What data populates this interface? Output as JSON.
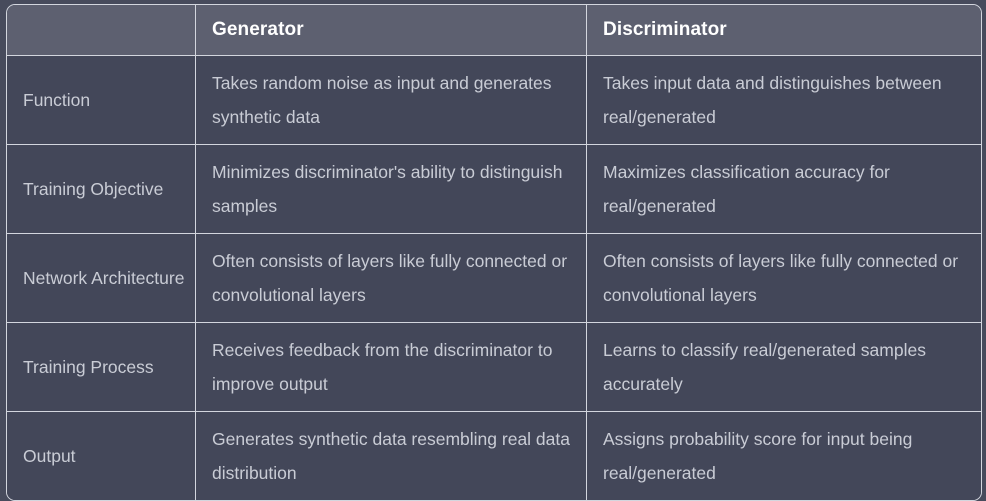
{
  "table": {
    "columns": [
      {
        "key": "attribute",
        "label": ""
      },
      {
        "key": "generator",
        "label": "Generator"
      },
      {
        "key": "discriminator",
        "label": "Discriminator"
      }
    ],
    "rows": [
      {
        "attribute": "Function",
        "generator": "Takes random noise as input and generates synthetic data",
        "discriminator": "Takes input data and distinguishes between real/generated"
      },
      {
        "attribute": "Training Objective",
        "generator": "Minimizes discriminator's ability to distinguish samples",
        "discriminator": "Maximizes classification accuracy for real/generated"
      },
      {
        "attribute": "Network Architecture",
        "generator": "Often consists of layers like fully connected or convolutional layers",
        "discriminator": "Often consists of layers like fully connected or convolutional layers"
      },
      {
        "attribute": "Training Process",
        "generator": "Receives feedback from the discriminator to improve output",
        "discriminator": "Learns to classify real/generated samples accurately"
      },
      {
        "attribute": "Output",
        "generator": "Generates synthetic data resembling real data distribution",
        "discriminator": "Assigns probability score for input being real/generated"
      }
    ]
  },
  "colors": {
    "page_background": "#474b5c",
    "header_background": "#5d6070",
    "body_background": "#434759",
    "border": "#d3d6de",
    "header_text": "#ffffff",
    "body_text": "#c9ccd5"
  }
}
